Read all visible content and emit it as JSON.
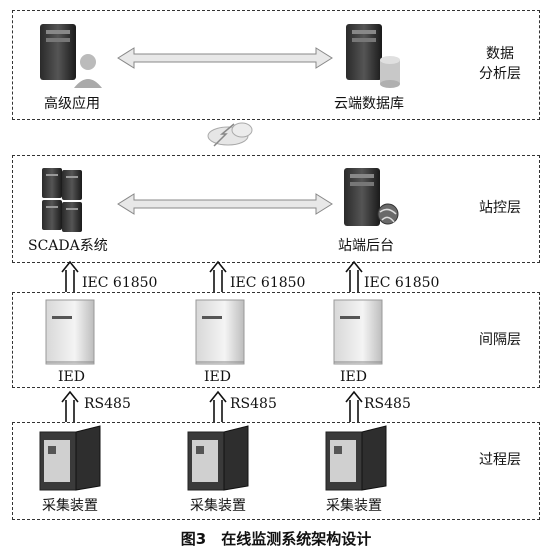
{
  "layers": {
    "analysis": {
      "title_line1": "数据",
      "title_line2": "分析层",
      "left_label": "高级应用",
      "right_label": "云端数据库"
    },
    "station": {
      "title": "站控层",
      "left_label": "SCADA系统",
      "right_label": "站端后台"
    },
    "bay": {
      "title": "间隔层",
      "device_label": "IED",
      "protocol": "IEC 61850"
    },
    "process": {
      "title": "过程层",
      "device_label": "采集装置",
      "protocol": "RS485"
    }
  },
  "caption": "图3　在线监测系统架构设计"
}
